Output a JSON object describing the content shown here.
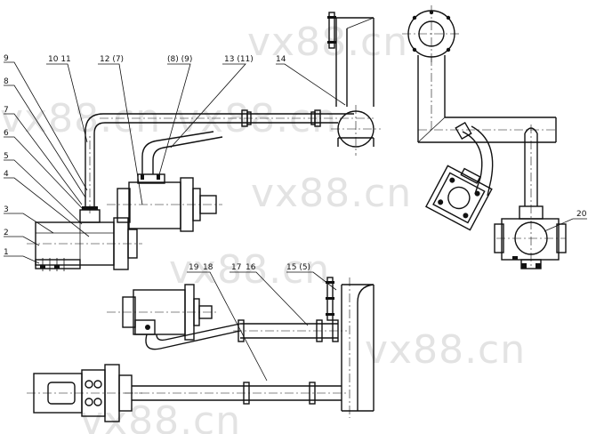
{
  "watermark": "vx88.cn",
  "callouts": {
    "c1": "1",
    "c2": "2",
    "c3": "3",
    "c4": "4",
    "c5": "5",
    "c6": "6",
    "c7": "7",
    "c8": "8",
    "c9": "9",
    "c10_11": "10  11",
    "c12_7": "12 (7)",
    "c8_9": "(8) (9)",
    "c13_11": "13 (11)",
    "c14": "14",
    "c15_5": "15 (5)",
    "c16": "16",
    "c17": "17",
    "c18": "18",
    "c19": "19",
    "c20": "20"
  }
}
